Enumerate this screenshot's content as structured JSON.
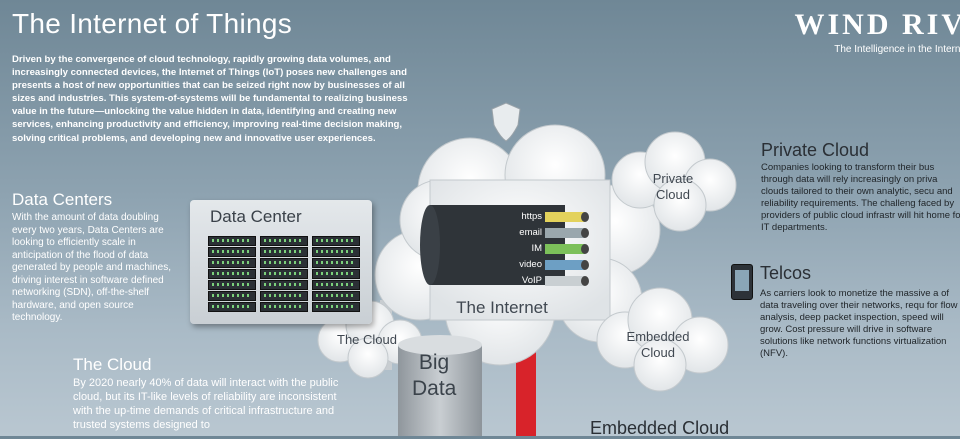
{
  "header": {
    "title": "The Internet of Things",
    "intro": "Driven by the convergence of cloud technology, rapidly growing data volumes, and increasingly connected devices, the Internet of Things (IoT) poses new challenges and presents a host of new opportunities that can be seized right now by businesses of all sizes and industries. This system-of-systems will be fundamental to realizing business value in the future—unlocking the value hidden in data, identifying and creating new services, enhancing productivity and efficiency, improving real-time decision making, solving critical problems, and developing new and innovative user experiences."
  },
  "brand": {
    "logo_text": "WIND RIV",
    "tagline": "The Intelligence in the Interne"
  },
  "sections": {
    "data_centers": {
      "heading": "Data Centers",
      "text": "With the amount of data doubling every two years, Data Centers are looking to efficiently scale in anticipation of the flood of data generated by people and machines, driving interest in software defined networking (SDN), off-the-shelf hardware, and open source technology."
    },
    "the_cloud": {
      "heading": "The Cloud",
      "text": "By 2020 nearly 40% of data will interact with the public cloud, but its IT-like levels of reliability are inconsistent with the up-time demands of critical infrastructure and trusted systems designed to"
    },
    "private_cloud": {
      "heading": "Private Cloud",
      "text": "Companies looking to transform their bus through data will rely increasingly on priva clouds tailored to their own analytic, secu and reliability requirements. The challeng faced by providers of public cloud infrastr will hit home for IT departments."
    },
    "telcos": {
      "heading": "Telcos",
      "text": "As carriers look to monetize the massive a of data traveling over their networks, requ for flow analysis, deep packet inspection, speed will grow. Cost pressure will drive in software solutions like network functions virtualization (NFV)."
    },
    "embedded_cloud": {
      "heading": "Embedded Cloud"
    }
  },
  "diagram": {
    "data_center_label": "Data Center",
    "internet_label": "The Internet",
    "private_cloud_label": "Private Cloud",
    "the_cloud_label": "The Cloud",
    "embedded_cloud_label": "Embedded Cloud",
    "big_data_label": "Big Data",
    "protocols": [
      "https",
      "email",
      "IM",
      "video",
      "VoIP"
    ],
    "cable_colors": [
      "#e3d25c",
      "#9aa7ad",
      "#7cc05a",
      "#6d9fc4",
      "#c9cfd2"
    ],
    "accent_red": "#d8232a",
    "icons": {
      "shield": "shield-icon",
      "phone": "phone-icon"
    }
  }
}
